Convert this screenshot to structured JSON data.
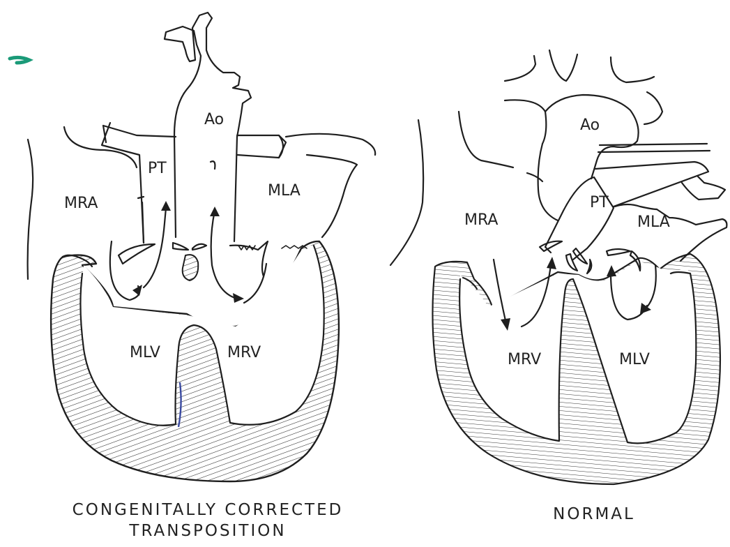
{
  "left_panel": {
    "labels": {
      "ao": "Ao",
      "pt": "PT",
      "mra": "MRA",
      "mla": "MLA",
      "mlv": "MLV",
      "mrv": "MRV"
    },
    "caption_line1": "CONGENITALLY CORRECTED",
    "caption_line2": "TRANSPOSITION"
  },
  "right_panel": {
    "labels": {
      "ao": "Ao",
      "pt": "PT",
      "mra": "MRA",
      "mla": "MLA",
      "mrv": "MRV",
      "mlv": "MLV"
    },
    "caption": "NORMAL"
  },
  "colors": {
    "ink": "#1e1e1e",
    "marker_mark": "#1a9a78",
    "pen_mark": "#3a4aa0"
  }
}
